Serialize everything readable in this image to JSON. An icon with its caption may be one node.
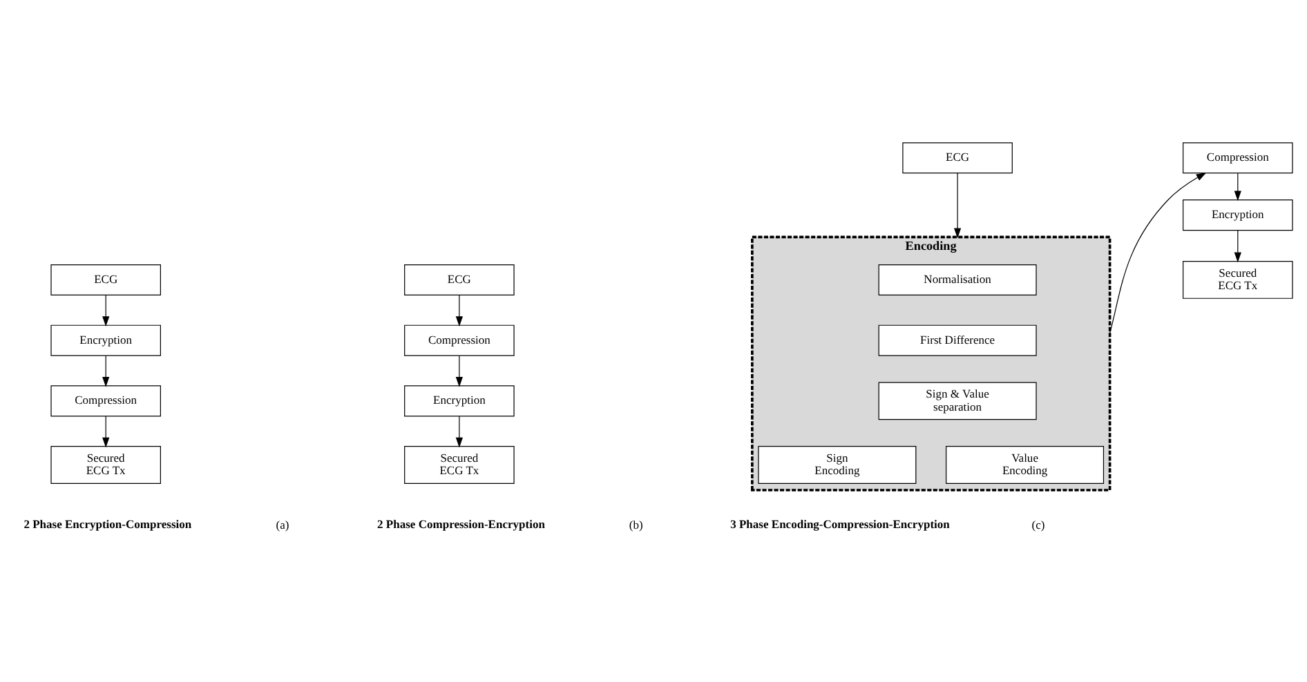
{
  "diagram": {
    "nodes": [
      {
        "text": [
          "ECG"
        ]
      },
      {
        "text": [
          "Encryption"
        ]
      },
      {
        "text": [
          "Compression"
        ]
      },
      {
        "text": [
          "Secured ECG Tx"
        ]
      },
      {
        "text": [
          "ECG"
        ]
      },
      {
        "text": [
          "Compression"
        ]
      },
      {
        "text": [
          "Encryption"
        ]
      },
      {
        "text": [
          "Secured ECG Tx"
        ]
      },
      {
        "text": [
          "ECG"
        ]
      },
      {
        "text": [
          "Encoding"
        ]
      },
      {
        "text": [
          "Normalisation"
        ],
        "in": 9
      },
      {
        "text": [
          "First Difference"
        ],
        "in": 9
      },
      {
        "text": [
          "Sign & Value separation"
        ],
        "in": 9
      },
      {
        "text": [
          "Sign Encoding"
        ],
        "in": 9
      },
      {
        "text": [
          "Value Encoding"
        ],
        "in": 9
      },
      {
        "text": [
          "Compression"
        ]
      },
      {
        "text": [
          "Encryption"
        ]
      },
      {
        "text": [
          "Secured ECG Tx"
        ]
      }
    ],
    "edges": [
      {
        "from": 0,
        "to": 1,
        "arrow": "to"
      },
      {
        "from": 1,
        "to": 2,
        "arrow": "to"
      },
      {
        "from": 2,
        "to": 3,
        "arrow": "to"
      },
      {
        "from": 4,
        "to": 5,
        "arrow": "to"
      },
      {
        "from": 5,
        "to": 6,
        "arrow": "to"
      },
      {
        "from": 6,
        "to": 7,
        "arrow": "to"
      },
      {
        "from": 8,
        "to": 9,
        "arrow": "to"
      },
      {
        "from": 9,
        "to": 15,
        "arrow": "to"
      },
      {
        "from": 15,
        "to": 16,
        "arrow": "to"
      },
      {
        "from": 16,
        "to": 17,
        "arrow": "to"
      }
    ],
    "labels": [
      "2 Phase Encryption-Compression",
      "(a)",
      "2 Phase Compression-Encryption",
      "(b)",
      "3 Phase Encoding-Compression-Encryption",
      "(c)"
    ]
  }
}
